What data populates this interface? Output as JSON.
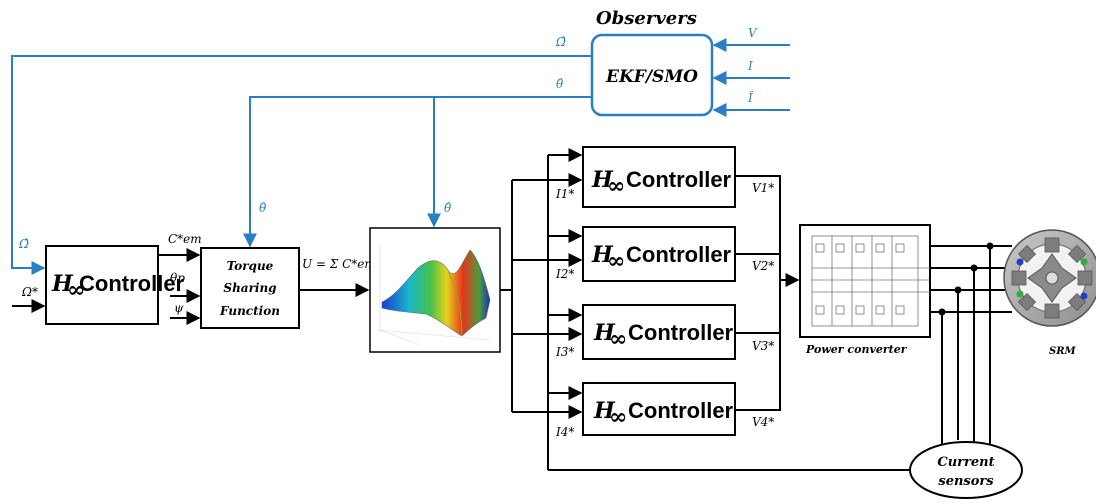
{
  "observers": {
    "title": "Observers",
    "block_label": "EKF/SMO",
    "inputs": [
      "V",
      "I",
      "Î"
    ],
    "speed_estimate": "Ω̂",
    "position_estimate": "θ̂"
  },
  "speed_controller": {
    "h_symbol": "H",
    "h_sub": "∞",
    "label": "Controller",
    "ref_input": "Ω*",
    "feedback_input": "Ω̂"
  },
  "tsf": {
    "line1": "Torque",
    "line2": "Sharing",
    "line3": "Function",
    "in_cem": "C*em",
    "in_theta_p": "θp",
    "in_psi": "ψ",
    "theta_input": "θ̂",
    "output_eq": "U = Σ C*em j"
  },
  "surface_theta": "θ̂",
  "current_controllers": [
    {
      "h_symbol": "H",
      "h_sub": "∞",
      "label": "Controller",
      "ref": "I1*",
      "out": "V1*"
    },
    {
      "h_symbol": "H",
      "h_sub": "∞",
      "label": "Controller",
      "ref": "I2*",
      "out": "V2*"
    },
    {
      "h_symbol": "H",
      "h_sub": "∞",
      "label": "Controller",
      "ref": "I3*",
      "out": "V3*"
    },
    {
      "h_symbol": "H",
      "h_sub": "∞",
      "label": "Controller",
      "ref": "I4*",
      "out": "V4*"
    }
  ],
  "power_converter": {
    "label": "Power converter"
  },
  "motor": {
    "label": "SRM"
  },
  "current_sensors": {
    "line1": "Current",
    "line2": "sensors"
  },
  "colors": {
    "feedback": "#2a7fc4",
    "observer_border": "#2a7fc4",
    "lines": "#000000"
  }
}
